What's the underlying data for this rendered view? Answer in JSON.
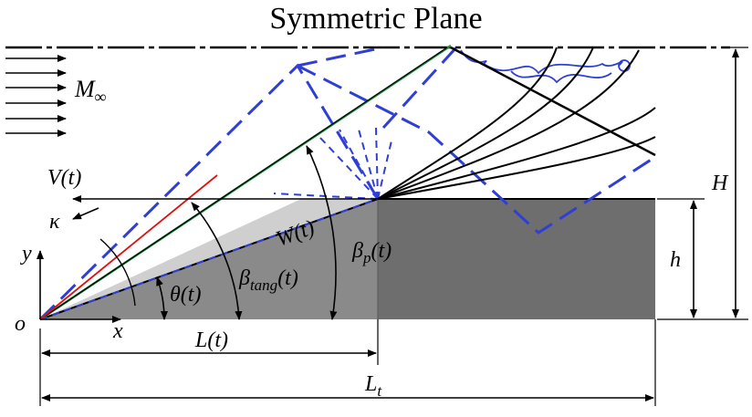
{
  "title": "Symmetric Plane",
  "labels": {
    "mach": "M",
    "mach_sub": "∞",
    "velocity": "V(t)",
    "kappa": "κ",
    "y_axis": "y",
    "x_axis": "x",
    "origin": "o",
    "width": "W(t)",
    "theta": "θ(t)",
    "beta_tang": "β",
    "beta_tang_sub": "tang",
    "beta_tang_suffix": "(t)",
    "beta_p": "β",
    "beta_p_sub": "p",
    "beta_p_suffix": "(t)",
    "length": "L(t)",
    "total_length": "L",
    "total_length_sub": "t",
    "h": "h",
    "H": "H"
  },
  "colors": {
    "wall": "#6e6e6e",
    "ramp": "#cfcfcf",
    "shock_blue": "#2f3fd6",
    "tangent_green": "#1a8a3a",
    "tangent_red": "#e01010",
    "ink": "#000000"
  }
}
